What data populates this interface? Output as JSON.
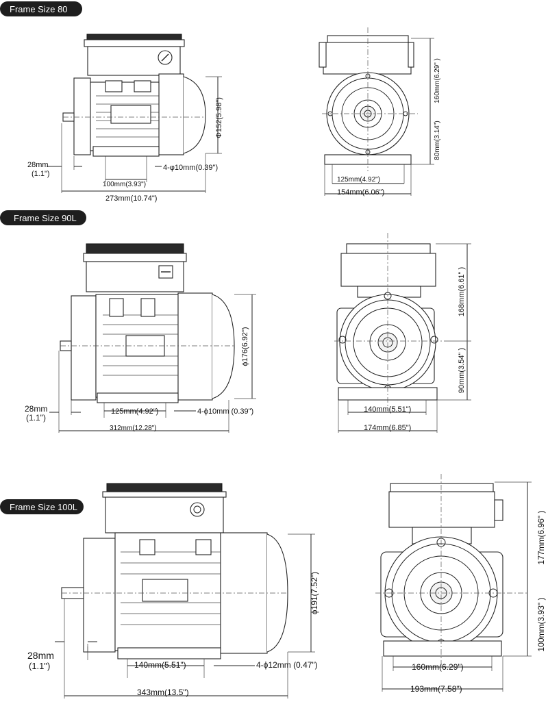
{
  "colors": {
    "badge_bg": "#1e1e1e",
    "badge_text": "#ffffff",
    "line": "#222222"
  },
  "frames": [
    {
      "label": "Frame Size 80",
      "side": {
        "shaft_len": "28mm",
        "shaft_len_in": "(1.1\")",
        "foot_spacing": "100mm(3.93\")",
        "bolts": "4-φ10mm(0.39\")",
        "overall_length": "273mm(10.74\")",
        "diameter": "Φ152(5.98\")"
      },
      "front": {
        "box_height": "160mm(6.29\" )",
        "shaft_height": "80mm(3.14\")",
        "foot_width": "125mm(4.92\")",
        "overall_width": "154mm(6.06\")"
      }
    },
    {
      "label": "Frame Size 90L",
      "side": {
        "shaft_len": "28mm",
        "shaft_len_in": "(1.1\")",
        "foot_spacing": "125mm(4.92\")",
        "bolts": "4-ϕ10mm (0.39\")",
        "overall_length": "312mm(12.28\")",
        "diameter": "ϕ176(6.92\")"
      },
      "front": {
        "box_height": "168mm(6.61\" )",
        "shaft_height": "90mm(3.54\" )",
        "foot_width": "140mm(5.51\")",
        "overall_width": "174mm(6.85\")"
      }
    },
    {
      "label": "Frame Size 100L",
      "side": {
        "shaft_len": "28mm",
        "shaft_len_in": "(1.1\")",
        "foot_spacing": "140mm(5.51\")",
        "bolts": "4-ϕ12mm (0.47\")",
        "overall_length": "343mm(13.5\")",
        "diameter": "ϕ191(7.52\")"
      },
      "front": {
        "box_height": "177mm(6.96\" )",
        "shaft_height": "100mm(3.93\" )",
        "foot_width": "160mm(6.29\")",
        "overall_width": "193mm(7.58\")"
      }
    }
  ]
}
